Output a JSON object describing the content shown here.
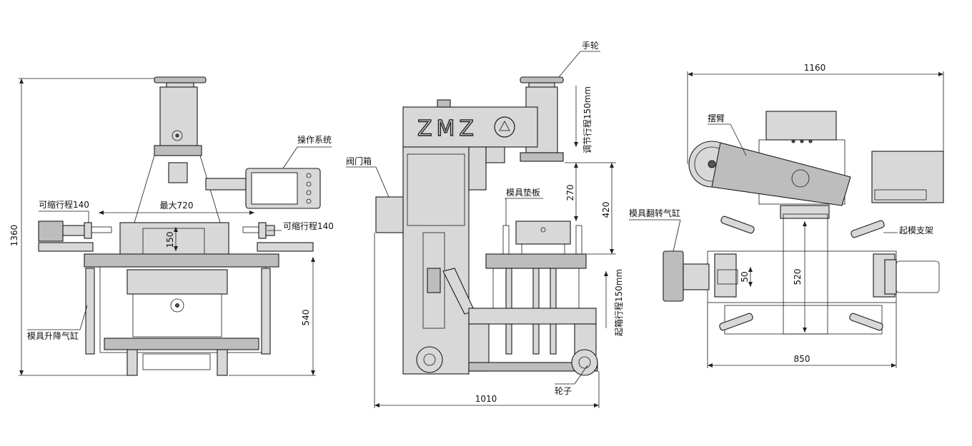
{
  "labels": {
    "stroke_140_left": "可缩行程140",
    "max_720": "最大720",
    "operation_system": "操作系统",
    "stroke_140_right": "可缩行程140",
    "dim_150_left": "150",
    "dim_1360": "1360",
    "dim_540": "540",
    "mold_lift_cylinder": "模具升降气缸",
    "valve_box": "阀门箱",
    "handwheel": "手轮",
    "adjust_stroke": "调节行程150mm",
    "mold_pad": "模具垫板",
    "dim_270": "270",
    "dim_420": "420",
    "lift_stroke": "起箱行程150mm",
    "wheel": "轮子",
    "dim_1010": "1010",
    "dim_1160": "1160",
    "swing_arm": "摆臂",
    "mold_flip_cylinder": "模具翻转气缸",
    "mold_lift_bracket": "起模支架",
    "dim_50": "50",
    "dim_520": "520",
    "dim_850": "850"
  },
  "logo_text": "ZMZ"
}
